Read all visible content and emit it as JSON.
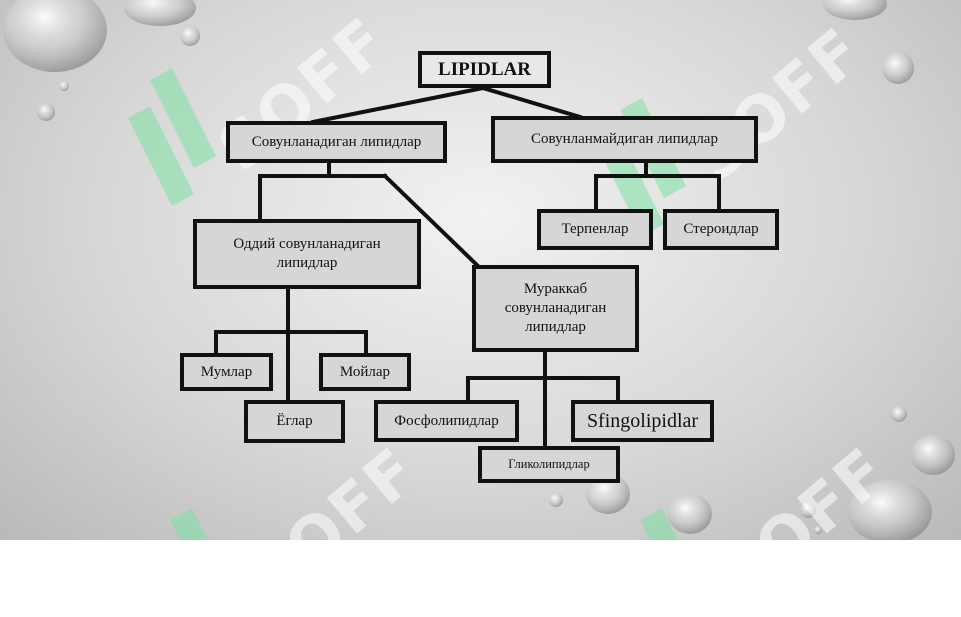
{
  "diagram": {
    "root": "LIPIDLAR",
    "saponifiable": "Совунланадиган липидлар",
    "nonsaponifiable": "Совунланмайдиган липидлар",
    "terpenes": "Терпенлар",
    "steroids": "Стероидлар",
    "simple": "Оддий совунланадиган липидлар",
    "complex": "Мураккаб совунланадиган липидлар",
    "waxes": "Мумлар",
    "oils": "Мойлар",
    "fats": "Ёглар",
    "phospholipids": "Фосфолипидлар",
    "sphingolipids": "Sfingolipidlar",
    "glycolipids": "Гликолипидлар"
  },
  "watermark": {
    "text": "SOFF",
    "color": "#7be0a0"
  }
}
